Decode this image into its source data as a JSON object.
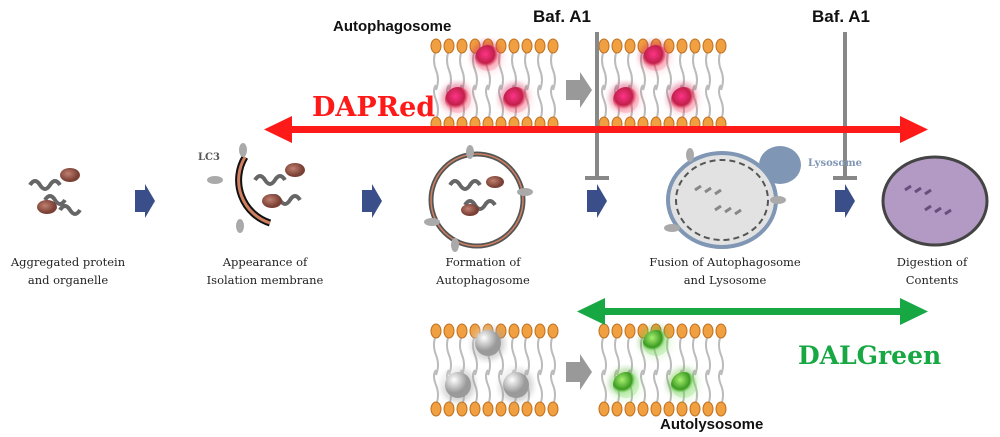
{
  "title_autophagosome": "Autophagosome",
  "inhibitor_1": "Baf. A1",
  "inhibitor_2": "Baf. A1",
  "probe_red": "DAPRed",
  "probe_green": "DALGreen",
  "lc3_label": "LC3",
  "lysosome_label": "Lysosome",
  "autolysosome_label": "Autolysosome",
  "steps": [
    {
      "line1": "Aggregated protein",
      "line2": "and organelle"
    },
    {
      "line1": "Appearance of",
      "line2": "Isolation membrane"
    },
    {
      "line1": "Formation of",
      "line2": "Autophagosome"
    },
    {
      "line1": "Fusion of Autophagosome",
      "line2": "and Lysosome"
    },
    {
      "line1": "Digestion of",
      "line2": "Contents"
    }
  ],
  "colors": {
    "red": "#ff1a1a",
    "green": "#17a844",
    "step_arrow": "#3a4f8a",
    "lysosome": "#7f96b4",
    "digest": "#b39ac4"
  }
}
